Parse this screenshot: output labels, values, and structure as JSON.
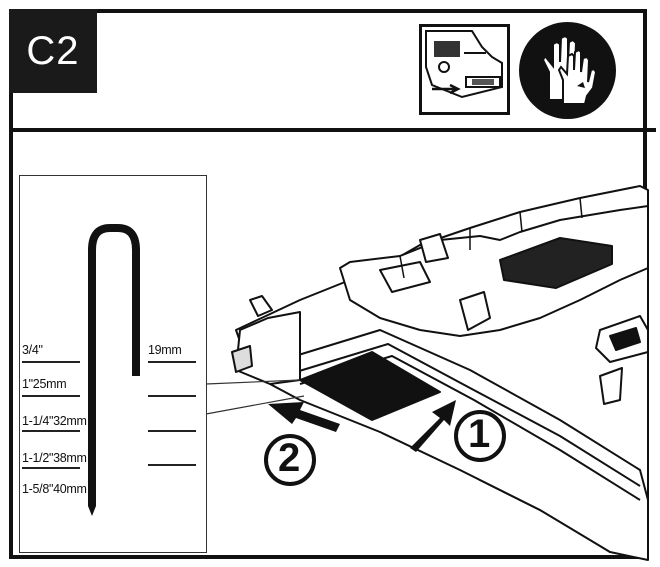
{
  "header": {
    "step_label": "C2"
  },
  "icons": {
    "thumbnail": "tool-loading-thumbnail",
    "gloves": "gloves-icon"
  },
  "staple_sizes": {
    "left": [
      "3/4\"",
      "1\"25mm",
      "1-1/4\"32mm",
      "1-1/2\"38mm",
      "1-5/8\"40mm"
    ],
    "right": [
      "19mm"
    ]
  },
  "steps": [
    "1",
    "2"
  ]
}
